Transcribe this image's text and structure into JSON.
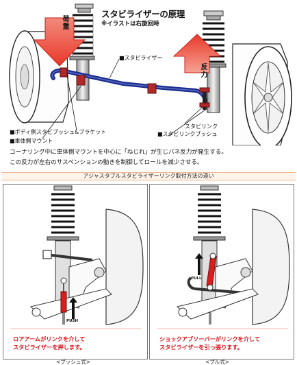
{
  "title": "スタビライザーの原理",
  "subtitle": "※イラストは右旋回時",
  "diagram_labels": {
    "load": "荷重",
    "reaction": "反力",
    "stabilizer": "■スタビライザー",
    "body_bush_bracket": "■ボディ側スタビブッシュ&ブラケット",
    "body_mount": "■車体側マウント",
    "stabilink": "スタビリンク",
    "stabilink_bush": "■スタビリンクブッシュ"
  },
  "description": [
    "コーナリング中に車体側マウントを中心に「ねじれ」が生じバネ反力が発生する。",
    "この反力が左右のサスペンションの動きを制御してロールを減少させる。"
  ],
  "section_banner": "アジャスタブルスタビライザーリンク取付方法の違い",
  "panels": [
    {
      "arrow_tag": "PUSH",
      "caption": [
        "ロアアームがリンクを介して",
        "スタビライザーを押します。"
      ],
      "footer": "<プッシュ式>"
    },
    {
      "arrow_tag": "PULL",
      "caption": [
        "ショックアブソーバーがリンクを介して",
        "スタビライザーを引っ張ります。"
      ],
      "footer": "<プル式>"
    }
  ],
  "colors": {
    "stabilizer_blue": "#1a2d8c",
    "arrow_red": "#e8382a",
    "caption_red": "#d7141a",
    "link_red": "#d81e1e"
  }
}
